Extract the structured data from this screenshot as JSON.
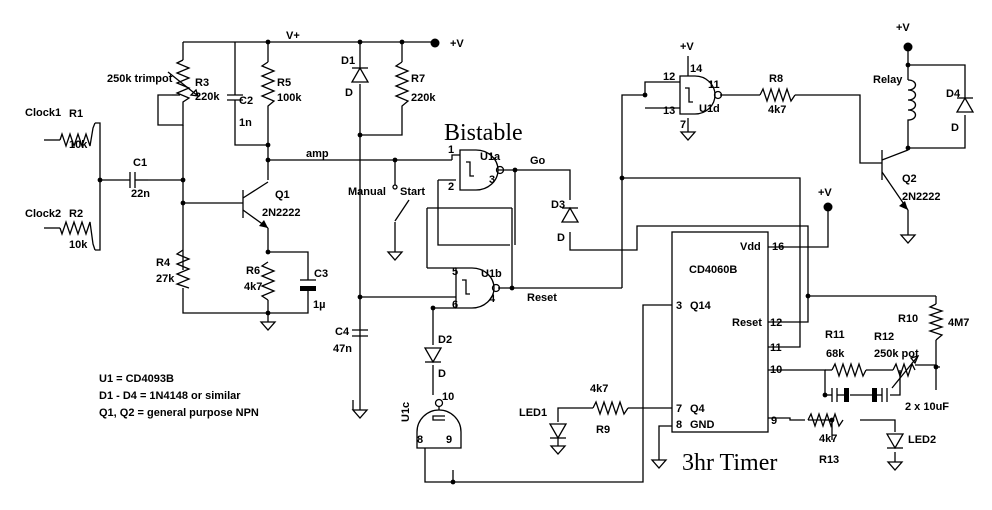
{
  "supply": {
    "rail": "V+",
    "plus_v": "+V"
  },
  "headings": {
    "bistable": "Bistable",
    "timer": "3hr Timer"
  },
  "inputs": {
    "clock1": "Clock1",
    "clock2": "Clock2"
  },
  "components": {
    "r1": {
      "ref": "R1",
      "value": "10k"
    },
    "r2": {
      "ref": "R2",
      "value": "10k"
    },
    "c1": {
      "ref": "C1",
      "value": "22n"
    },
    "r3": {
      "ref": "R3",
      "value": "220k",
      "note": "250k trimpot"
    },
    "c2": {
      "ref": "C2",
      "value": "1n"
    },
    "r5": {
      "ref": "R5",
      "value": "100k"
    },
    "d1": {
      "ref": "D1",
      "value": "D"
    },
    "r7": {
      "ref": "R7",
      "value": "220k"
    },
    "q1": {
      "ref": "Q1",
      "value": "2N2222"
    },
    "r4": {
      "ref": "R4",
      "value": "27k"
    },
    "r6": {
      "ref": "R6",
      "value": "4k7"
    },
    "c3": {
      "ref": "C3",
      "value": "1µ"
    },
    "c4": {
      "ref": "C4",
      "value": "47n"
    },
    "d2": {
      "ref": "D2",
      "value": "D"
    },
    "d3": {
      "ref": "D3",
      "value": "D"
    },
    "r8": {
      "ref": "R8",
      "value": "4k7"
    },
    "relay": {
      "ref": "Relay"
    },
    "d4": {
      "ref": "D4",
      "value": "D"
    },
    "q2": {
      "ref": "Q2",
      "value": "2N2222"
    },
    "r9": {
      "ref": "R9",
      "value": "4k7"
    },
    "led1": {
      "ref": "LED1"
    },
    "r10": {
      "ref": "R10",
      "value": "4M7"
    },
    "r11": {
      "ref": "R11",
      "value": "68k"
    },
    "r12": {
      "ref": "R12",
      "value": "250k pot"
    },
    "caps_pair": {
      "value": "2 x 10uF"
    },
    "r13": {
      "ref": "R13",
      "value": "4k7"
    },
    "led2": {
      "ref": "LED2"
    }
  },
  "gates": {
    "u1a": {
      "ref": "U1a",
      "pins": [
        "1",
        "2",
        "3"
      ]
    },
    "u1b": {
      "ref": "U1b",
      "pins": [
        "5",
        "6",
        "4"
      ]
    },
    "u1c": {
      "ref": "U1c",
      "pins": [
        "10",
        "8",
        "9"
      ]
    },
    "u1d": {
      "ref": "U1d",
      "pins": [
        "12",
        "13",
        "11",
        "14",
        "7"
      ]
    }
  },
  "nets": {
    "amp": "amp",
    "manual": "Manual",
    "start": "Start",
    "go": "Go",
    "reset": "Reset"
  },
  "ic": {
    "name": "CD4060B",
    "vdd_label": "Vdd",
    "vdd_pin": "16",
    "q14_pin": "3",
    "q14_label": "Q14",
    "reset_label": "Reset",
    "reset_pin": "12",
    "q4_pin": "7",
    "q4_label": "Q4",
    "gnd_pin": "8",
    "gnd_label": "GND",
    "pin11": "11",
    "pin10": "10",
    "pin9": "9"
  },
  "notes": [
    "U1 = CD4093B",
    "D1 - D4 = 1N4148 or similar",
    "Q1, Q2 = general purpose NPN"
  ]
}
